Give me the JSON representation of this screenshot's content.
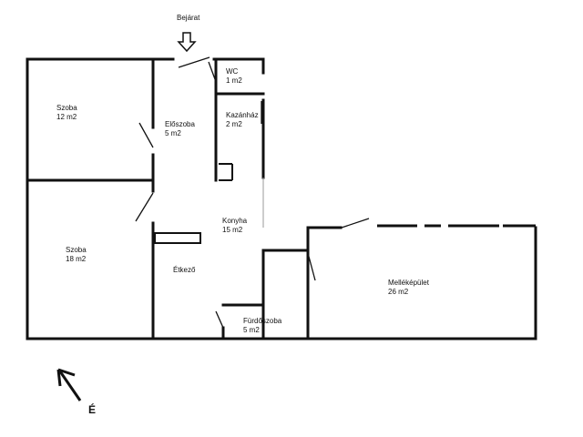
{
  "entrance": {
    "label": "Bejárat"
  },
  "north": {
    "label": "É"
  },
  "rooms": {
    "szoba1": {
      "name": "Szoba",
      "area": "12 m2"
    },
    "eloszoba": {
      "name": "Előszoba",
      "area": "5 m2"
    },
    "wc": {
      "name": "WC",
      "area": "1 m2"
    },
    "kazanhaz": {
      "name": "Kazánház",
      "area": "2 m2"
    },
    "szoba2": {
      "name": "Szoba",
      "area": "18 m2"
    },
    "konyha": {
      "name": "Konyha",
      "area": "15 m2"
    },
    "etkezo": {
      "name": "Étkező"
    },
    "furdoszoba": {
      "name": "Fürdőszoba",
      "area": "5 m2"
    },
    "mellekepulet": {
      "name": "Melléképület",
      "area": "26 m2"
    }
  }
}
